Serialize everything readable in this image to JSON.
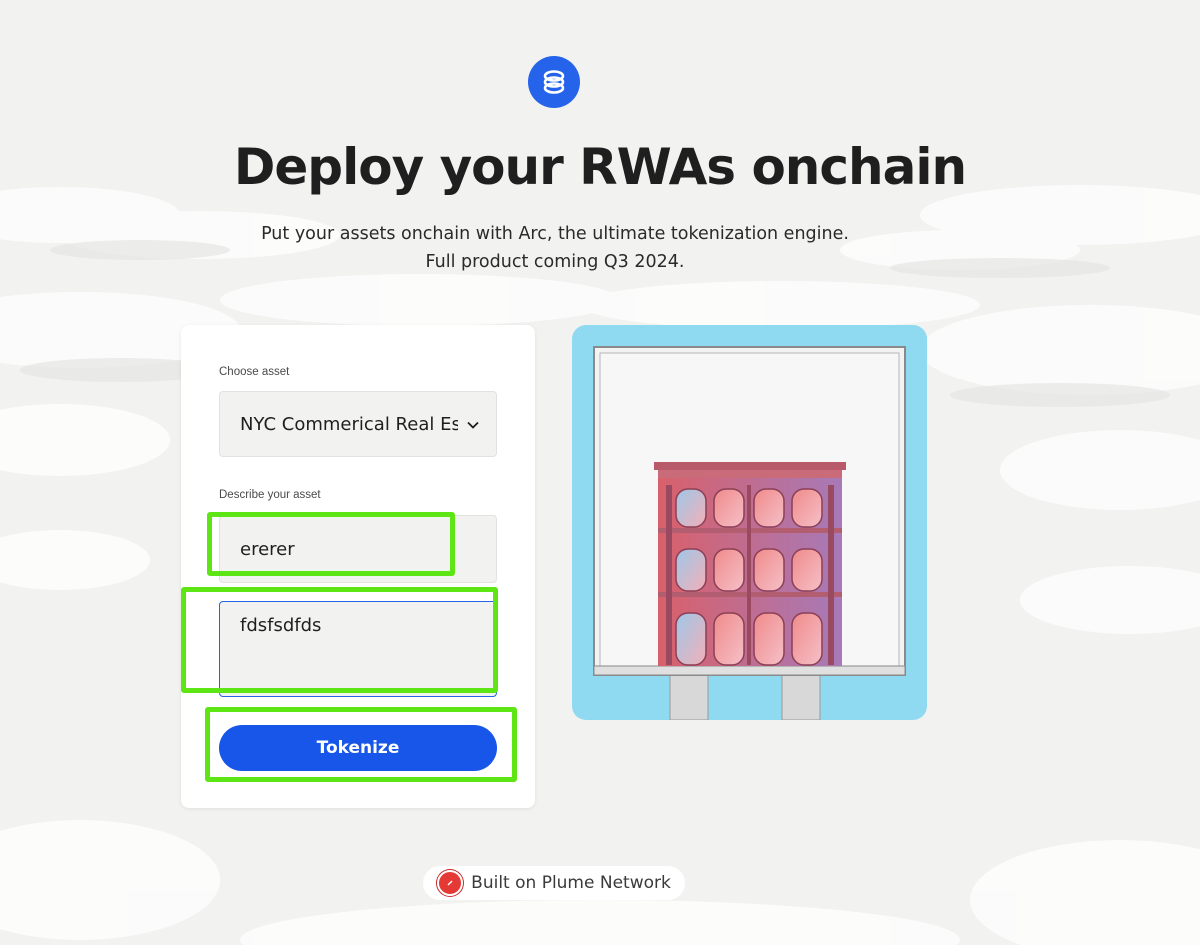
{
  "header": {
    "title": "Deploy your RWAs onchain",
    "subtitle_line1": "Put your assets onchain with Arc, the ultimate tokenization engine.",
    "subtitle_line2": "Full product coming Q3 2024."
  },
  "form": {
    "choose_asset_label": "Choose asset",
    "asset_selected": "NYC Commerical Real Estate",
    "describe_label": "Describe your asset",
    "name_value": "ererer",
    "description_value": "fdsfsdfds",
    "tokenize_label": "Tokenize"
  },
  "footer": {
    "badge_label": "Built on Plume Network"
  },
  "icons": {
    "logo": "arc-logo-icon",
    "chevron": "chevron-down-icon",
    "plume": "plume-icon"
  },
  "colors": {
    "accent": "#1756e8",
    "highlight": "#5ee516",
    "preview_bg": "#8fd9f1"
  }
}
